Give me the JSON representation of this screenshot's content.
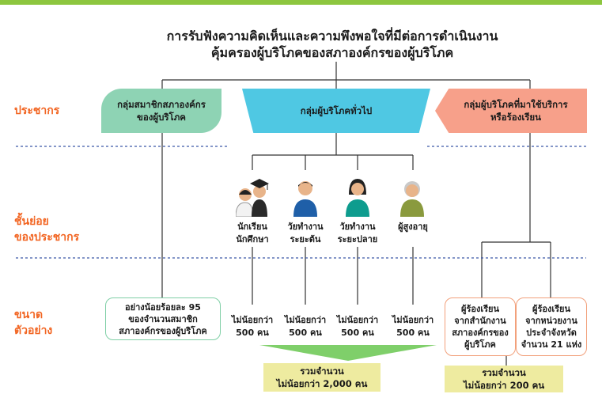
{
  "title": {
    "line1": "การรับฟังความคิดเห็นและความพึงพอใจที่มีต่อการดำเนินงาน",
    "line2": "คุ้มครองผู้บริโภคของสภาองค์กรของผู้บริโภค"
  },
  "row_labels": {
    "population": "ประชากร",
    "subpop_line1": "ชั้นย่อย",
    "subpop_line2": "ของประชากร",
    "sample_line1": "ขนาด",
    "sample_line2": "ตัวอย่าง"
  },
  "groups": [
    {
      "line1": "กลุ่มสมาชิกสภาองค์กร",
      "line2": "ของผู้บริโภค",
      "color": "#8ed3b4"
    },
    {
      "line1": "กลุ่มผู้บริโภคทั่วไป",
      "line2": "",
      "color": "#4fc8e3"
    },
    {
      "line1": "กลุ่มผู้บริโภคที่มาใช้บริการ",
      "line2": "หรือร้องเรียน",
      "color": "#f7a08a"
    }
  ],
  "subgroups": [
    {
      "line1": "นักเรียน",
      "line2": "นักศึกษา",
      "icon": "student-icon"
    },
    {
      "line1": "วัยทำงาน",
      "line2": "ระยะต้น",
      "icon": "young-worker-icon"
    },
    {
      "line1": "วัยทำงาน",
      "line2": "ระยะปลาย",
      "icon": "late-worker-icon"
    },
    {
      "line1": "ผู้สูงอายุ",
      "line2": "",
      "icon": "elderly-icon"
    }
  ],
  "member_sample": {
    "line1": "อย่างน้อยร้อยละ 95",
    "line2": "ของจำนวนสมาชิก",
    "line3": "สภาองค์กรของผู้บริโภค"
  },
  "subgroup_samples": [
    {
      "line1": "ไม่น้อยกว่า",
      "line2": "500 คน"
    },
    {
      "line1": "ไม่น้อยกว่า",
      "line2": "500 คน"
    },
    {
      "line1": "ไม่น้อยกว่า",
      "line2": "500 คน"
    },
    {
      "line1": "ไม่น้อยกว่า",
      "line2": "500 คน"
    }
  ],
  "complainant_samples": [
    {
      "line1": "ผู้ร้องเรียน",
      "line2": "จากสำนักงาน",
      "line3": "สภาองค์กรของ",
      "line4": "ผู้บริโภค"
    },
    {
      "line1": "ผู้ร้องเรียน",
      "line2": "จากหน่วยงาน",
      "line3": "ประจำจังหวัด",
      "line4": "จำนวน 21 แห่ง"
    }
  ],
  "totals": [
    {
      "line1": "รวมจำนวน",
      "line2": "ไม่น้อยกว่า 2,000 คน"
    },
    {
      "line1": "รวมจำนวน",
      "line2": "ไม่น้อยกว่า 200 คน"
    }
  ]
}
